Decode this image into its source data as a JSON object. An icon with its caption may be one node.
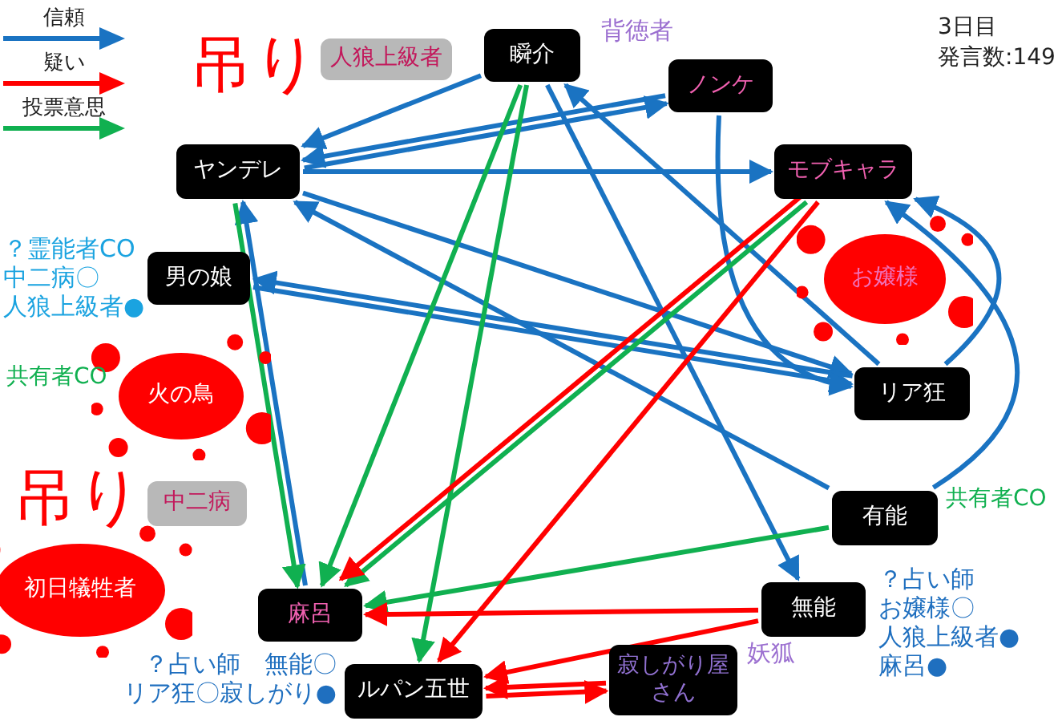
{
  "diagram": {
    "nodes": [
      {
        "text": [
          "瞬介"
        ],
        "beside": [
          "背徳者"
        ]
      },
      {
        "text": [
          "人狼上級者"
        ],
        "beside": [
          "吊り"
        ]
      },
      {
        "text": [
          "ノンケ"
        ]
      },
      {
        "text": [
          "ヤンデレ"
        ]
      },
      {
        "text": [
          "モブキャラ"
        ]
      },
      {
        "text": [
          "男の娘"
        ],
        "beside": [
          "？霊能者CO",
          "中二病〇",
          "人狼上級者●"
        ]
      },
      {
        "text": [
          "お嬢様"
        ]
      },
      {
        "text": [
          "火の鳥"
        ],
        "beside": [
          "共有者CO"
        ]
      },
      {
        "text": [
          "リア狂"
        ]
      },
      {
        "text": [
          "中二病"
        ],
        "beside": [
          "吊り"
        ]
      },
      {
        "text": [
          "有能"
        ],
        "beside": [
          "共有者CO"
        ]
      },
      {
        "text": [
          "初日犠牲者"
        ]
      },
      {
        "text": [
          "麻呂"
        ]
      },
      {
        "text": [
          "無能"
        ],
        "beside": [
          "？占い師",
          "お嬢様〇",
          "人狼上級者●",
          "麻呂●"
        ]
      },
      {
        "text": [
          "寂しがり屋さん"
        ],
        "beside": [
          "妖狐"
        ]
      },
      {
        "text": [
          "ルパン五世"
        ],
        "beside": [
          "？占い師　無能〇",
          "リア狂〇寂しがり●"
        ]
      }
    ],
    "edges": [
      {
        "from": 0,
        "to": 3,
        "arrow": "to"
      },
      {
        "from": 2,
        "to": 3,
        "arrow": "to"
      },
      {
        "from": 3,
        "to": 2,
        "arrow": "to"
      },
      {
        "from": 3,
        "to": 4,
        "arrow": "to"
      },
      {
        "from": 3,
        "to": 8,
        "arrow": "to"
      },
      {
        "from": 5,
        "to": 8,
        "arrow": "to"
      },
      {
        "from": 8,
        "to": 5,
        "arrow": "to"
      },
      {
        "from": 0,
        "to": 13,
        "arrow": "to"
      },
      {
        "from": 8,
        "to": 0,
        "arrow": "to"
      },
      {
        "from": 2,
        "to": 8,
        "arrow": "to"
      },
      {
        "from": 8,
        "to": 4,
        "arrow": "to"
      },
      {
        "from": 10,
        "to": 4,
        "arrow": "to"
      },
      {
        "from": 10,
        "to": 3,
        "arrow": "to"
      },
      {
        "from": 12,
        "to": 3,
        "arrow": "to"
      },
      {
        "from": 3,
        "to": 12,
        "arrow": "to",
        "color": "#10b050"
      },
      {
        "from": 0,
        "to": 12,
        "arrow": "to",
        "color": "#10b050"
      },
      {
        "from": 0,
        "to": 15,
        "arrow": "to",
        "color": "#10b050"
      },
      {
        "from": 4,
        "to": 12,
        "arrow": "to",
        "color": "#10b050"
      },
      {
        "from": 10,
        "to": 12,
        "arrow": "to",
        "color": "#10b050"
      },
      {
        "from": 4,
        "to": 12,
        "arrow": "to",
        "color": "#ff0000"
      },
      {
        "from": 4,
        "to": 15,
        "arrow": "to",
        "color": "#ff0000"
      },
      {
        "from": 13,
        "to": 12,
        "arrow": "to",
        "color": "#ff0000"
      },
      {
        "from": 13,
        "to": 15,
        "arrow": "to",
        "color": "#ff0000"
      },
      {
        "from": 14,
        "to": 15,
        "arrow": "to",
        "color": "#ff0000"
      },
      {
        "from": 15,
        "to": 14,
        "arrow": "to",
        "color": "#ff0000"
      }
    ],
    "labels": [
      "3日目",
      "発言数:149"
    ],
    "legend": [
      {
        "text": "信頼",
        "color": "#1a73c2"
      },
      {
        "text": "疑い",
        "color": "#ff0000"
      },
      {
        "text": "投票意思",
        "color": "#10b050"
      }
    ]
  }
}
